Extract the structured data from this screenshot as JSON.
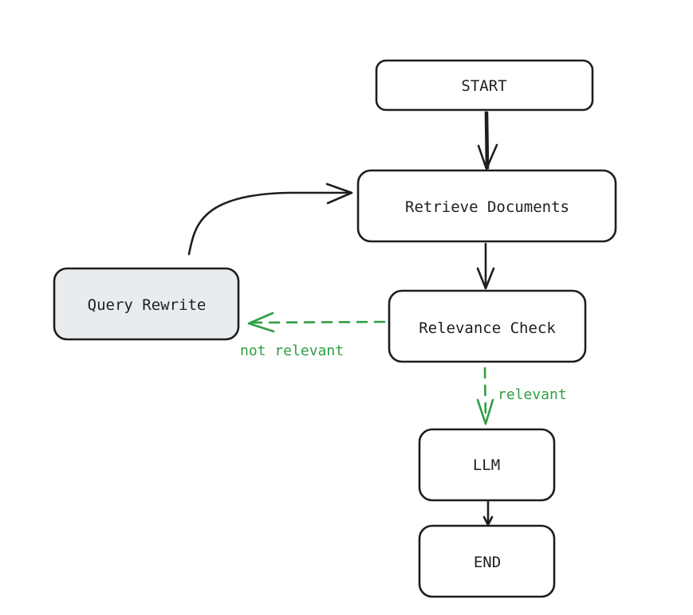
{
  "colors": {
    "stroke": "#1e1e1e",
    "node_fill": "#ffffff",
    "highlight_fill": "#e9ecef",
    "conditional": "#2f9e44"
  },
  "nodes": {
    "start": "START",
    "retrieve": "Retrieve Documents",
    "relevance": "Relevance Check",
    "rewrite": "Query Rewrite",
    "llm": "LLM",
    "end": "END"
  },
  "edges": {
    "not_relevant": "not relevant",
    "relevant": "relevant"
  }
}
